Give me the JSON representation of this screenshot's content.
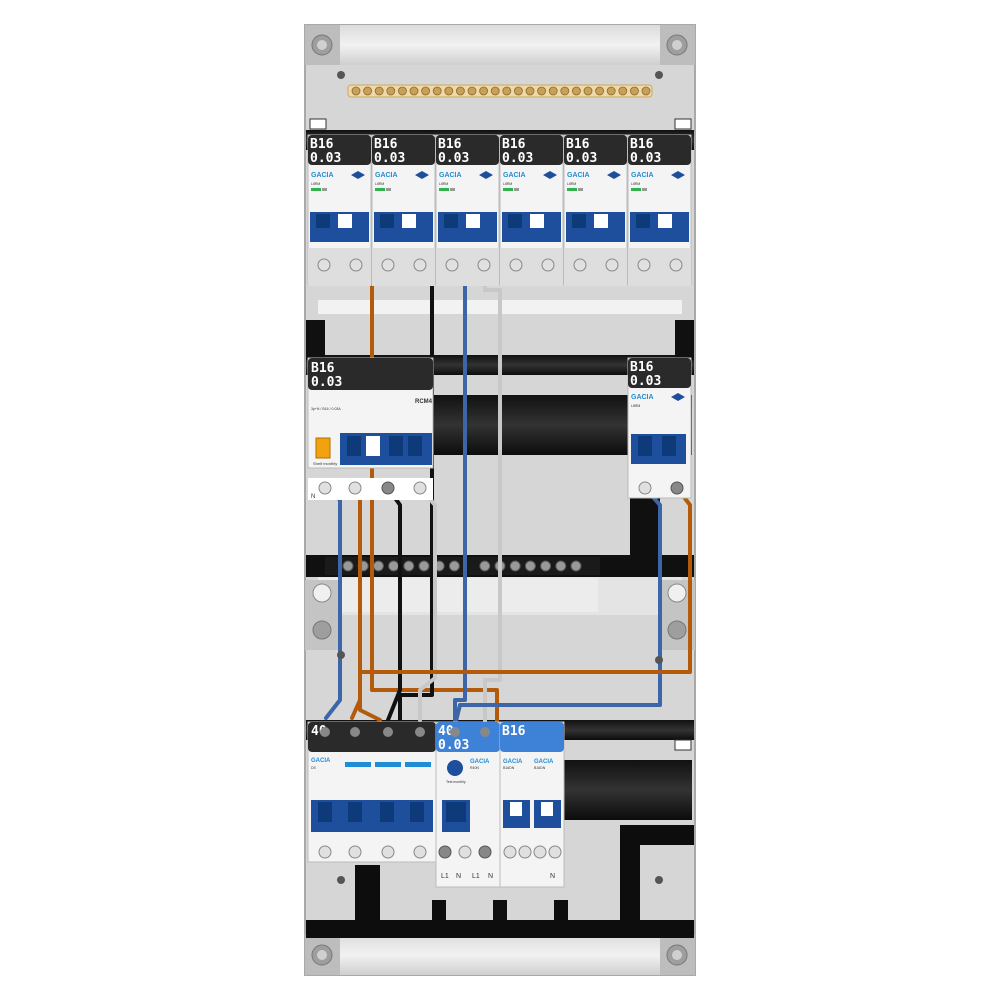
{
  "top_row": {
    "modules": [
      {
        "rating": "B16",
        "sensitivity": "0.03",
        "brand": "GACIA",
        "model": "L8RM"
      },
      {
        "rating": "B16",
        "sensitivity": "0.03",
        "brand": "GACIA",
        "model": "L8RM"
      },
      {
        "rating": "B16",
        "sensitivity": "0.03",
        "brand": "GACIA",
        "model": "L8RM"
      },
      {
        "rating": "B16",
        "sensitivity": "0.03",
        "brand": "GACIA",
        "model": "L8RM"
      },
      {
        "rating": "B16",
        "sensitivity": "0.03",
        "brand": "GACIA",
        "model": "L8RM"
      },
      {
        "rating": "B16",
        "sensitivity": "0.03",
        "brand": "GACIA",
        "model": "L8RM"
      }
    ]
  },
  "middle_row": {
    "rcd": {
      "rating": "B16",
      "sensitivity": "0.03",
      "model": "RCM4",
      "side_text": "3p+N / B16 / 0.03A",
      "test_label": "Shelf monthly",
      "neutral_label": "N"
    },
    "rcbo": {
      "rating": "B16",
      "sensitivity": "0.03",
      "brand": "GACIA",
      "model": "L8RM"
    }
  },
  "bottom_row": {
    "main_switch": {
      "rating": "40",
      "brand": "GACIA",
      "model": "DS"
    },
    "rcd_2p": {
      "rating": "40",
      "sensitivity": "0.03",
      "brand": "GACIA",
      "model": "R40N",
      "test_label": "Test monthly"
    },
    "mcbs": {
      "rating": "B16",
      "brand": "GACIA",
      "model": "B16DN"
    },
    "terminal_labels": [
      "L1",
      "N",
      "L1",
      "N",
      "N"
    ]
  },
  "colors": {
    "brown": "#b35b0a",
    "blue": "#3c66a8",
    "black": "#111111",
    "grey": "#c8c8c8",
    "breaker_blue": "#1d4f9c",
    "brand_blue": "#1f8dd6",
    "rating_bg": "#2a2a2a",
    "rating_bg_blue": "#3d82d6"
  }
}
